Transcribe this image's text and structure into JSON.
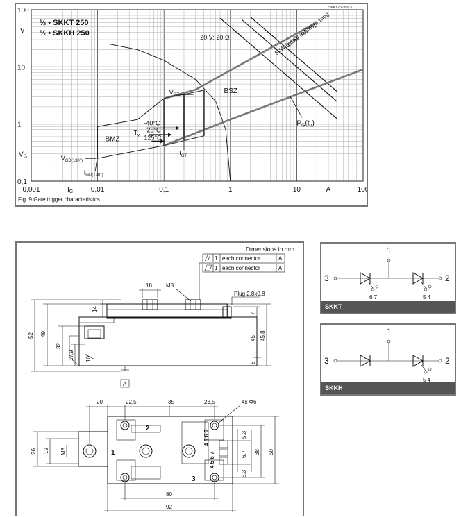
{
  "doc_ref": "SKKT250.xls-10",
  "chart": {
    "title_line1": "½ • SKKT 250",
    "title_line2": "½ • SKKH 250",
    "y_unit": "V",
    "y_symbol": "VG",
    "x_symbol": "IG",
    "x_unit": "A",
    "annotation_source": "20 V; 20 Ω",
    "label_vgt": "VGT",
    "label_igt": "IGT",
    "label_vgd": "VGD(130°)",
    "label_igd": "IGD(130°)",
    "label_bmz": "BMZ",
    "label_bsz": "BSZ",
    "label_tvj": "Tvj",
    "temp_1": "-40°C",
    "temp_2": "25°C",
    "temp_3": "125°C",
    "label_pg": "PG(tp)",
    "power_1": "150W (0,1ms)",
    "power_2": "100W (0,5ms)",
    "power_3": "50W (8ms)",
    "caption": "Fig. 9 Gate trigger characteristics"
  },
  "chart_data": {
    "type": "line",
    "title": "Gate trigger characteristics",
    "x_scale": "log",
    "y_scale": "log",
    "xlim": [
      0.001,
      100
    ],
    "ylim": [
      0.1,
      100
    ],
    "x_ticks": [
      "0,001",
      "0,01",
      "0,1",
      "1",
      "10",
      "100"
    ],
    "y_ticks": [
      "0,1",
      "1",
      "10",
      "100"
    ],
    "series": [
      {
        "name": "20 V; 20 Ω",
        "x": [
          0.015,
          0.04,
          0.1,
          0.3,
          0.6,
          0.85,
          1.0
        ],
        "y": [
          25,
          20,
          13,
          6,
          2.5,
          0.8,
          0.1
        ]
      },
      {
        "name": "150W (0,1ms)",
        "x": [
          2.0,
          4.0,
          10.0,
          20.0,
          40.0
        ],
        "y": [
          75.0,
          37.5,
          15.0,
          7.5,
          3.75
        ]
      },
      {
        "name": "100W (0,5ms)",
        "x": [
          1.5,
          3.0,
          10.0,
          20.0,
          40.0
        ],
        "y": [
          66.7,
          33.3,
          10.0,
          5.0,
          2.5
        ]
      },
      {
        "name": "50W (8ms)",
        "x": [
          0.7,
          2.0,
          10.0,
          20.0,
          40.0
        ],
        "y": [
          71.4,
          25.0,
          5.0,
          2.5,
          1.25
        ]
      }
    ],
    "points": {
      "VGT": [
        0.2,
        3.0
      ],
      "IGT": [
        0.2,
        0.6
      ],
      "VGD(130°)": [
        0.01,
        0.25
      ],
      "IGD(130°)": [
        0.01,
        0.25
      ]
    }
  },
  "dimensions": {
    "header": "Dimensions in mm",
    "tol_parallel": "1",
    "tol_parallel_text": "each connector",
    "tol_parallel_ref": "A",
    "tol_flat": "1",
    "tol_flat_text": "each connector",
    "tol_flat_ref": "A",
    "d18": "18",
    "m8_top": "M8",
    "plug": "Plug 2,8x0,8",
    "d14": "14",
    "d52": "52",
    "d49": "49",
    "d32": "32",
    "d17_9": "17,9",
    "d10": "10°",
    "d7": "7",
    "d45": "45",
    "d45_8": "45,8",
    "d8": "8",
    "ref_a": "A",
    "d20": "20",
    "d22_5": "22,5",
    "d35": "35",
    "d23_5": "23,5",
    "holes": "4x Φ6",
    "d26": "26",
    "d19": "19",
    "m8_side": "M8",
    "d5_3a": "5,3",
    "d6_7": "6,7",
    "d5_3b": "5,3",
    "d38": "38",
    "d50": "50",
    "d80": "80",
    "d92": "92",
    "term_1": "1",
    "term_2": "2",
    "term_3": "3",
    "pins_a": "4 5 6 7",
    "pins_b": "4 5 6 7"
  },
  "schematic_skkt": {
    "t1": "1",
    "t2": "2",
    "t3": "3",
    "g1": "6 7",
    "g2": "5 4",
    "name": "SKKT"
  },
  "schematic_skkh": {
    "t1": "1",
    "t2": "2",
    "t3": "3",
    "g2": "5 4",
    "name": "SKKH"
  }
}
